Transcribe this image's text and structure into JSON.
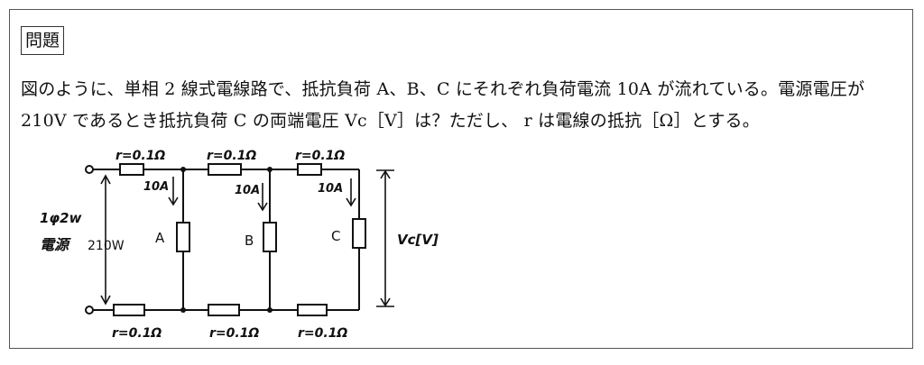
{
  "label": "問題",
  "question_line1": "図のように、単相 2 線式電線路で、抵抗負荷 A、B、C にそれぞれ負荷電流 10A が流れている。電源電圧が",
  "question_line2": "210V であるとき抵抗負荷 C の両端電圧 Vc［V］は？ただし、 r は電線の抵抗［Ω］とする。",
  "diagram": {
    "wire_resistance_label": "r=0.1Ω",
    "current_label": "10A",
    "load_labels": [
      "A",
      "B",
      "C"
    ],
    "source_label_1": "1φ2w",
    "source_label_2": "電源",
    "source_voltage": "210W",
    "output_voltage": "Vc[V]"
  }
}
